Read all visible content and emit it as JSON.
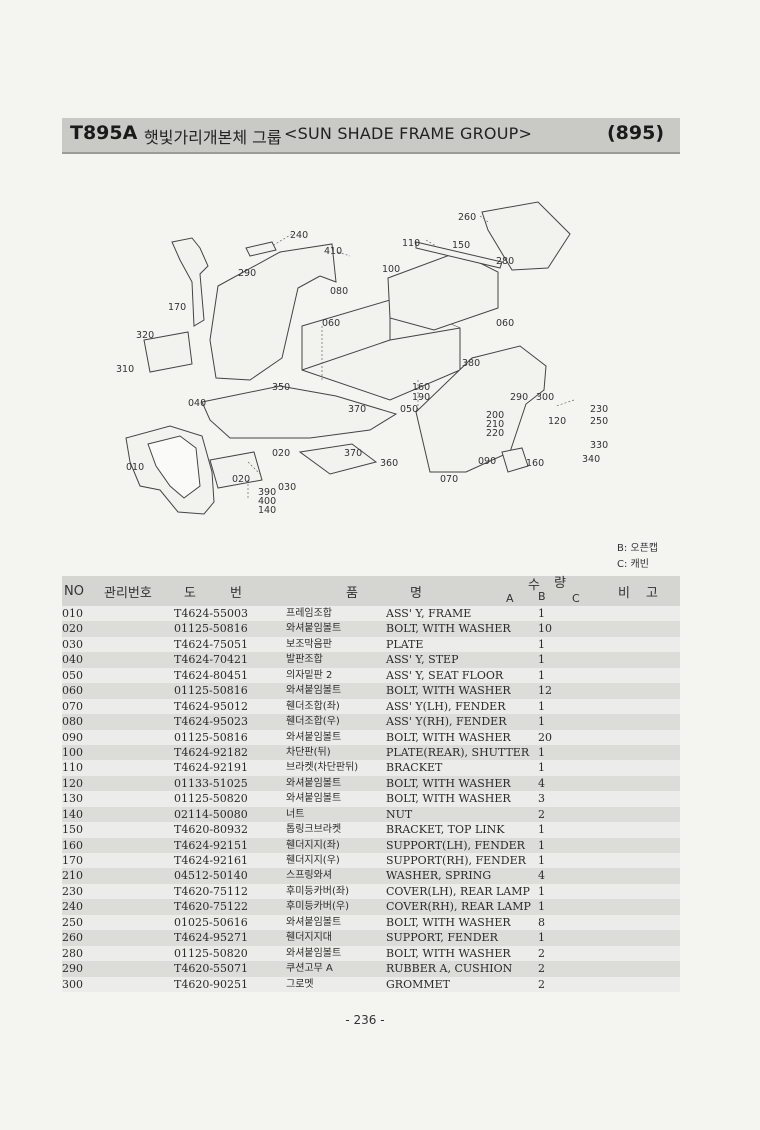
{
  "title": {
    "model": "T895A",
    "korean": "햇빛가리개본체 그룹",
    "english": "<SUN SHADE FRAME GROUP>",
    "page_code": "(895)"
  },
  "diagram_labels": [
    "260",
    "240",
    "410",
    "110",
    "150",
    "280",
    "290",
    "100",
    "080",
    "170",
    "320",
    "060",
    "060",
    "310",
    "380",
    "350",
    "160",
    "190",
    "040",
    "370",
    "050",
    "290",
    "300",
    "230",
    "120",
    "250",
    "200",
    "210",
    "220",
    "330",
    "340",
    "020",
    "370",
    "360",
    "090",
    "160",
    "010",
    "020",
    "070",
    "030",
    "390",
    "400",
    "140"
  ],
  "legend": {
    "b": "B: 오픈캡",
    "c": "C: 캐빈"
  },
  "table_header": {
    "no": "NO",
    "mgmt": "관리번호",
    "do": "도",
    "beon": "번",
    "pum": "품",
    "myeong": "명",
    "su": "수",
    "ryang": "량",
    "a": "A",
    "b": "B",
    "c": "C",
    "bi": "비",
    "go": "고"
  },
  "rows": [
    {
      "no": "010",
      "part": "T4624-55003",
      "kr": "프레임조합",
      "en": "ASS' Y, FRAME",
      "qty": "1"
    },
    {
      "no": "020",
      "part": "01125-50816",
      "kr": "와셔붙임볼트",
      "en": "BOLT, WITH WASHER",
      "qty": "10"
    },
    {
      "no": "030",
      "part": "T4624-75051",
      "kr": "보조막음판",
      "en": "PLATE",
      "qty": "1"
    },
    {
      "no": "040",
      "part": "T4624-70421",
      "kr": "발판조합",
      "en": "ASS' Y, STEP",
      "qty": "1"
    },
    {
      "no": "050",
      "part": "T4624-80451",
      "kr": "의자밑판 2",
      "en": "ASS' Y, SEAT FLOOR",
      "qty": "1"
    },
    {
      "no": "060",
      "part": "01125-50816",
      "kr": "와셔붙임볼트",
      "en": "BOLT, WITH WASHER",
      "qty": "12"
    },
    {
      "no": "070",
      "part": "T4624-95012",
      "kr": "휀더조합(좌)",
      "en": "ASS' Y(LH), FENDER",
      "qty": "1"
    },
    {
      "no": "080",
      "part": "T4624-95023",
      "kr": "휀더조합(우)",
      "en": "ASS' Y(RH), FENDER",
      "qty": "1"
    },
    {
      "no": "090",
      "part": "01125-50816",
      "kr": "와셔붙임볼트",
      "en": "BOLT, WITH WASHER",
      "qty": "20"
    },
    {
      "no": "100",
      "part": "T4624-92182",
      "kr": "차단판(뒤)",
      "en": "PLATE(REAR), SHUTTER",
      "qty": "1"
    },
    {
      "no": "110",
      "part": "T4624-92191",
      "kr": "브라켓(차단판뒤)",
      "en": "BRACKET",
      "qty": "1"
    },
    {
      "no": "120",
      "part": "01133-51025",
      "kr": "와셔붙임볼트",
      "en": "BOLT, WITH WASHER",
      "qty": "4"
    },
    {
      "no": "130",
      "part": "01125-50820",
      "kr": "와셔붙임볼트",
      "en": "BOLT, WITH WASHER",
      "qty": "3"
    },
    {
      "no": "140",
      "part": "02114-50080",
      "kr": "너트",
      "en": "NUT",
      "qty": "2"
    },
    {
      "no": "150",
      "part": "T4620-80932",
      "kr": "톱링크브라켓",
      "en": "BRACKET, TOP LINK",
      "qty": "1"
    },
    {
      "no": "160",
      "part": "T4624-92151",
      "kr": "휀더지지(좌)",
      "en": "SUPPORT(LH), FENDER",
      "qty": "1"
    },
    {
      "no": "170",
      "part": "T4624-92161",
      "kr": "휀더지지(우)",
      "en": "SUPPORT(RH), FENDER",
      "qty": "1"
    },
    {
      "no": "210",
      "part": "04512-50140",
      "kr": "스프링와셔",
      "en": "WASHER, SPRING",
      "qty": "4"
    },
    {
      "no": "230",
      "part": "T4620-75112",
      "kr": "후미등카버(좌)",
      "en": "COVER(LH), REAR LAMP",
      "qty": "1"
    },
    {
      "no": "240",
      "part": "T4620-75122",
      "kr": "후미등카버(우)",
      "en": "COVER(RH), REAR LAMP",
      "qty": "1"
    },
    {
      "no": "250",
      "part": "01025-50616",
      "kr": "와셔붙임볼트",
      "en": "BOLT, WITH WASHER",
      "qty": "8"
    },
    {
      "no": "260",
      "part": "T4624-95271",
      "kr": "휀더지지대",
      "en": "SUPPORT, FENDER",
      "qty": "1"
    },
    {
      "no": "280",
      "part": "01125-50820",
      "kr": "와셔붙임볼트",
      "en": "BOLT, WITH WASHER",
      "qty": "2"
    },
    {
      "no": "290",
      "part": "T4620-55071",
      "kr": "쿠션고무 A",
      "en": "RUBBER A, CUSHION",
      "qty": "2"
    },
    {
      "no": "300",
      "part": "T4620-90251",
      "kr": "그로멧",
      "en": "GROMMET",
      "qty": "2"
    }
  ],
  "page_number": "- 236 -"
}
